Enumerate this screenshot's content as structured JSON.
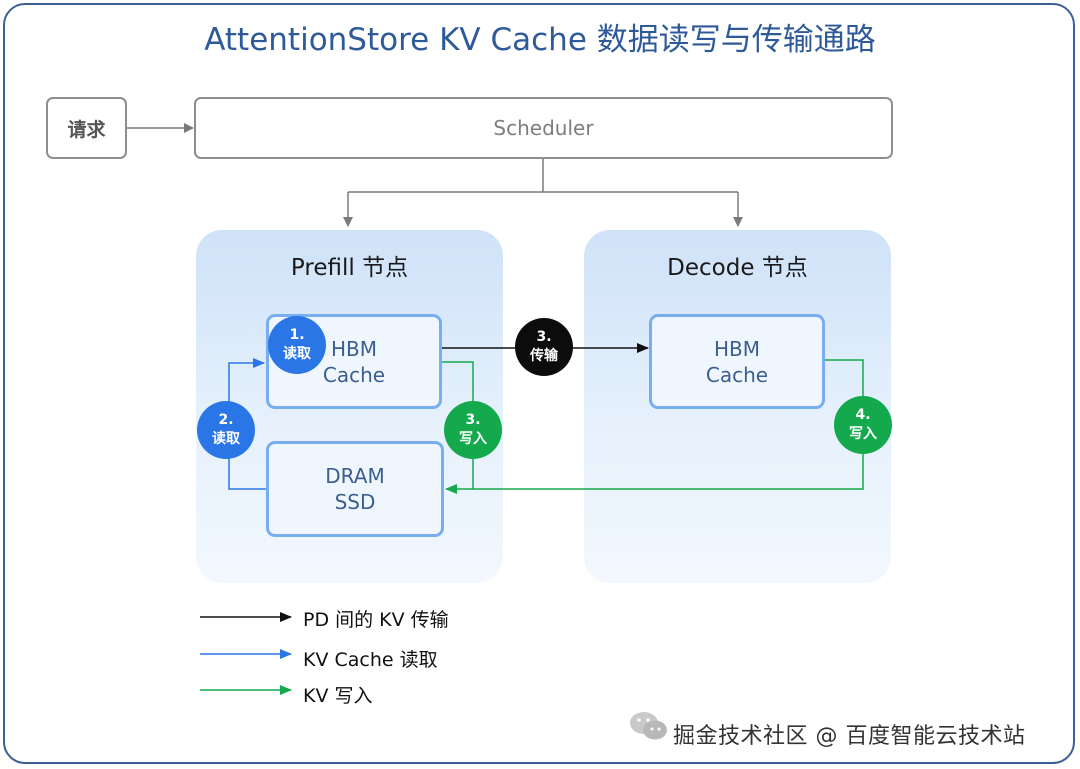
{
  "title": "AttentionStore KV Cache 数据读写与传输通路",
  "request_label": "请求",
  "scheduler_label": "Scheduler",
  "prefill": {
    "title": "Prefill 节点",
    "hbm": "HBM\nCache",
    "storage": "DRAM\nSSD",
    "badge_read_1": "1.\n读取",
    "badge_read_2": "2.\n读取",
    "badge_write_3": "3.\n写入"
  },
  "transfer_badge": "3.\n传输",
  "decode": {
    "title": "Decode 节点",
    "hbm": "HBM\nCache",
    "badge_write_4": "4.\n写入"
  },
  "legend": [
    {
      "label": "PD 间的 KV 传输",
      "color": "#111111"
    },
    {
      "label": "KV Cache 读取",
      "color": "#2b76e6"
    },
    {
      "label": "KV 写入",
      "color": "#14a94c"
    }
  ],
  "watermark": "掘金技术社区 @ 百度智能云技术站",
  "colors": {
    "frame": "#3e5f95",
    "title": "#2f5a9a",
    "read_arrow": "#2b76e6",
    "write_arrow": "#14a94c",
    "transfer_arrow": "#111111",
    "gray_arrow": "#7a7a7a"
  }
}
